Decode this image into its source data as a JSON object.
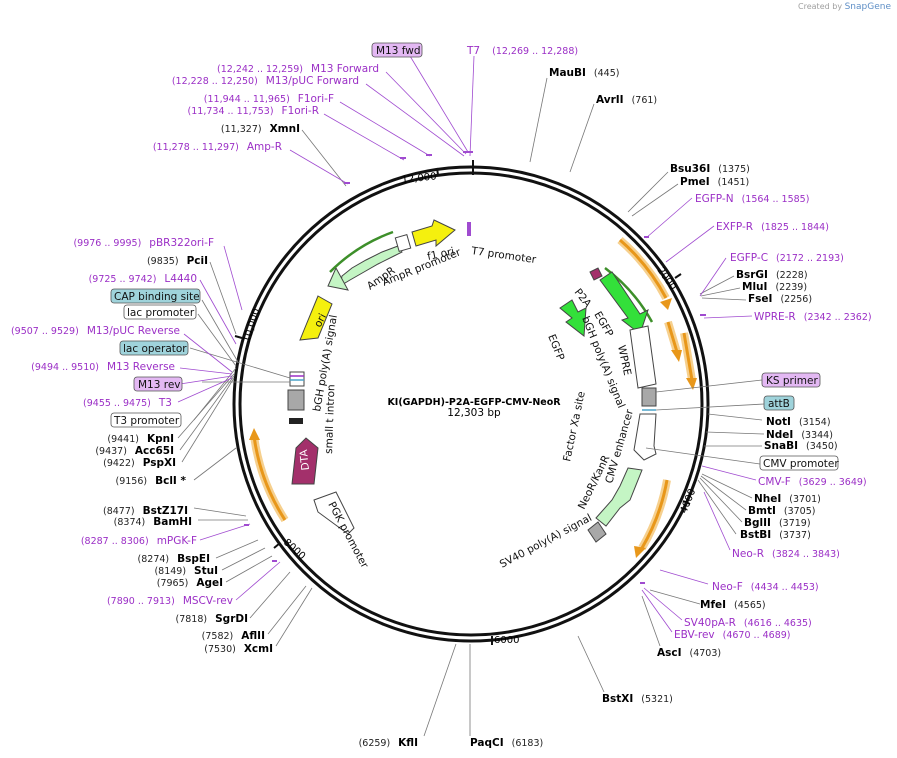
{
  "brand": {
    "prefix": "Created by",
    "name": "SnapGene"
  },
  "plasmid": {
    "name": "KI(GAPDH)-P2A-EGFP-CMV-NeoR",
    "length_label": "12,303 bp",
    "length": 12303
  },
  "ticks": [
    {
      "label": "2000",
      "bp": 2000
    },
    {
      "label": "4000",
      "bp": 4000
    },
    {
      "label": "6000",
      "bp": 6000
    },
    {
      "label": "8000",
      "bp": 8000
    },
    {
      "label": "10,000",
      "bp": 10000
    },
    {
      "label": "12,000",
      "bp": 12000
    }
  ],
  "enzymes": [
    {
      "name": "MauBI",
      "pos": "(445)",
      "bp": 445
    },
    {
      "name": "AvrII",
      "pos": "(761)",
      "bp": 761
    },
    {
      "name": "Bsu36I",
      "pos": "(1375)",
      "bp": 1375
    },
    {
      "name": "PmeI",
      "pos": "(1451)",
      "bp": 1451
    },
    {
      "name": "BsrGI",
      "pos": "(2228)",
      "bp": 2228
    },
    {
      "name": "MluI",
      "pos": "(2239)",
      "bp": 2239
    },
    {
      "name": "FseI",
      "pos": "(2256)",
      "bp": 2256
    },
    {
      "name": "NotI",
      "pos": "(3154)",
      "bp": 3154
    },
    {
      "name": "NdeI",
      "pos": "(3344)",
      "bp": 3344
    },
    {
      "name": "SnaBI",
      "pos": "(3450)",
      "bp": 3450
    },
    {
      "name": "NheI",
      "pos": "(3701)",
      "bp": 3701
    },
    {
      "name": "BmtI",
      "pos": "(3705)",
      "bp": 3705
    },
    {
      "name": "BglII",
      "pos": "(3719)",
      "bp": 3719
    },
    {
      "name": "BstBI",
      "pos": "(3737)",
      "bp": 3737
    },
    {
      "name": "MfeI",
      "pos": "(4565)",
      "bp": 4565
    },
    {
      "name": "AscI",
      "pos": "(4703)",
      "bp": 4703
    },
    {
      "name": "BstXI",
      "pos": "(5321)",
      "bp": 5321
    },
    {
      "name": "PaqCI",
      "pos": "(6183)",
      "bp": 6183
    },
    {
      "name": "KflI",
      "pos": "(6259)",
      "bp": 6259
    },
    {
      "name": "XcmI",
      "pos": "(7530)",
      "bp": 7530
    },
    {
      "name": "AflII",
      "pos": "(7582)",
      "bp": 7582
    },
    {
      "name": "SgrDI",
      "pos": "(7818)",
      "bp": 7818
    },
    {
      "name": "AgeI",
      "pos": "(7965)",
      "bp": 7965
    },
    {
      "name": "StuI",
      "pos": "(8149)",
      "bp": 8149
    },
    {
      "name": "BspEI",
      "pos": "(8274)",
      "bp": 8274
    },
    {
      "name": "BamHI",
      "pos": "(8374)",
      "bp": 8374
    },
    {
      "name": "BstZ17I",
      "pos": "(8477)",
      "bp": 8477
    },
    {
      "name": "BclI *",
      "pos": "(9156)",
      "bp": 9156
    },
    {
      "name": "PspXI",
      "pos": "(9422)",
      "bp": 9422
    },
    {
      "name": "Acc65I",
      "pos": "(9437)",
      "bp": 9437
    },
    {
      "name": "KpnI",
      "pos": "(9441)",
      "bp": 9441
    },
    {
      "name": "PciI",
      "pos": "(9835)",
      "bp": 9835
    },
    {
      "name": "XmnI",
      "pos": "(11,327)",
      "bp": 11327
    },
    {
      "name": "T7",
      "pos": "(12,269 .. 12,288)",
      "bp": 12269
    }
  ],
  "primers": [
    {
      "name": "EGFP-N",
      "pos": "(1564 .. 1585)",
      "bp": 1564
    },
    {
      "name": "EXFP-R",
      "pos": "(1825 .. 1844)",
      "bp": 1825
    },
    {
      "name": "EGFP-C",
      "pos": "(2172 .. 2193)",
      "bp": 2172
    },
    {
      "name": "WPRE-R",
      "pos": "(2342 .. 2362)",
      "bp": 2342
    },
    {
      "name": "CMV-F",
      "pos": "(3629 .. 3649)",
      "bp": 3629
    },
    {
      "name": "Neo-R",
      "pos": "(3824 .. 3843)",
      "bp": 3824
    },
    {
      "name": "Neo-F",
      "pos": "(4434 .. 4453)",
      "bp": 4434
    },
    {
      "name": "SV40pA-R",
      "pos": "(4616 .. 4635)",
      "bp": 4616
    },
    {
      "name": "EBV-rev",
      "pos": "(4670 .. 4689)",
      "bp": 4670
    },
    {
      "name": "MSCV-rev",
      "pos": "(7890 .. 7913)",
      "bp": 7890
    },
    {
      "name": "mPGK-F",
      "pos": "(8287 .. 8306)",
      "bp": 8287
    },
    {
      "name": "T3",
      "pos": "(9455 .. 9475)",
      "bp": 9455
    },
    {
      "name": "M13 Reverse",
      "pos": "(9494 .. 9510)",
      "bp": 9494
    },
    {
      "name": "M13/pUC Reverse",
      "pos": "(9507 .. 9529)",
      "bp": 9507
    },
    {
      "name": "L4440",
      "pos": "(9725 .. 9742)",
      "bp": 9725
    },
    {
      "name": "pBR322ori-F",
      "pos": "(9976 .. 9995)",
      "bp": 9976
    },
    {
      "name": "Amp-R",
      "pos": "(11,278 .. 11,297)",
      "bp": 11278
    },
    {
      "name": "F1ori-R",
      "pos": "(11,734 .. 11,753)",
      "bp": 11734
    },
    {
      "name": "F1ori-F",
      "pos": "(11,944 .. 11,965)",
      "bp": 11944
    },
    {
      "name": "M13/pUC Forward",
      "pos": "(12,228 .. 12,250)",
      "bp": 12228
    },
    {
      "name": "M13 Forward",
      "pos": "(12,242 .. 12,259)",
      "bp": 12242
    }
  ],
  "boxed_labels": [
    {
      "name": "M13 fwd",
      "style": "primer"
    },
    {
      "name": "KS primer",
      "style": "primer"
    },
    {
      "name": "M13 rev",
      "style": "primer"
    },
    {
      "name": "attB",
      "style": "site"
    },
    {
      "name": "CAP binding site",
      "style": "site"
    },
    {
      "name": "lac operator",
      "style": "site"
    },
    {
      "name": "CMV promoter",
      "style": "plain"
    },
    {
      "name": "lac promoter",
      "style": "plain"
    },
    {
      "name": "T3 promoter",
      "style": "plain"
    }
  ],
  "features": [
    {
      "name": "T7 promoter",
      "kind": "promoter"
    },
    {
      "name": "f1 ori",
      "kind": "origin"
    },
    {
      "name": "AmpR promoter",
      "kind": "promoter"
    },
    {
      "name": "AmpR",
      "kind": "cds"
    },
    {
      "name": "ori",
      "kind": "origin"
    },
    {
      "name": "bGH poly(A) signal",
      "kind": "terminator"
    },
    {
      "name": "small t intron",
      "kind": "intron"
    },
    {
      "name": "DTA",
      "kind": "cds"
    },
    {
      "name": "PGK promoter",
      "kind": "promoter"
    },
    {
      "name": "P2A",
      "kind": "misc"
    },
    {
      "name": "EGFP",
      "kind": "cds"
    },
    {
      "name": "bGH poly(A) signal",
      "kind": "terminator"
    },
    {
      "name": "EGFP",
      "kind": "cds"
    },
    {
      "name": "WPRE",
      "kind": "misc"
    },
    {
      "name": "Factor Xa site",
      "kind": "misc"
    },
    {
      "name": "CMV enhancer",
      "kind": "enhancer"
    },
    {
      "name": "NeoR/KanR",
      "kind": "cds"
    },
    {
      "name": "SV40 poly(A) signal",
      "kind": "terminator"
    }
  ],
  "colors": {
    "backbone": "#111111",
    "enzyme_text": "#000000",
    "primer_text": "#9b2fc6",
    "primer_box": "#e3b8f3",
    "site_box": "#9fd3db",
    "cds_green": "#33e03a",
    "cds_light_green": "#c4f5c4",
    "ori_yellow": "#f5f00e",
    "dta_red": "#a3306b",
    "orange_arrow": "#e8971a"
  }
}
